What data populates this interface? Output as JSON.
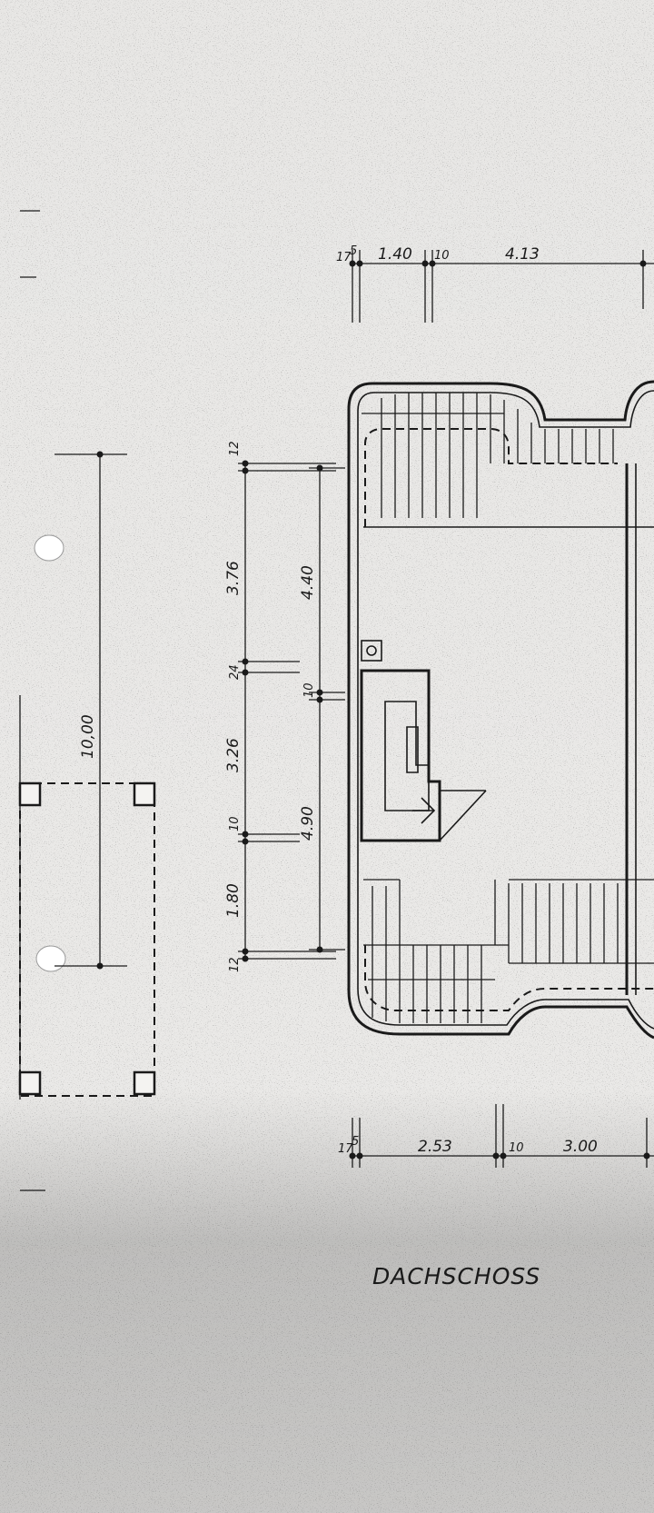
{
  "title": "DACHSCHOSS",
  "colors": {
    "ink": "#1a1a1a",
    "paper": "#f4f3f1",
    "noise": "#2a2a2a"
  },
  "dimensions": {
    "top": [
      "17",
      "5",
      "1.40",
      "10",
      "4.13"
    ],
    "bottom": [
      "17",
      "5",
      "2.53",
      "10",
      "3.00"
    ],
    "left_inner": [
      "12",
      "3.76",
      "24",
      "3.26",
      "10",
      "1.80",
      "12"
    ],
    "left_outer": [
      "4.40",
      "10",
      "4.90"
    ],
    "far_left": "10,00"
  }
}
